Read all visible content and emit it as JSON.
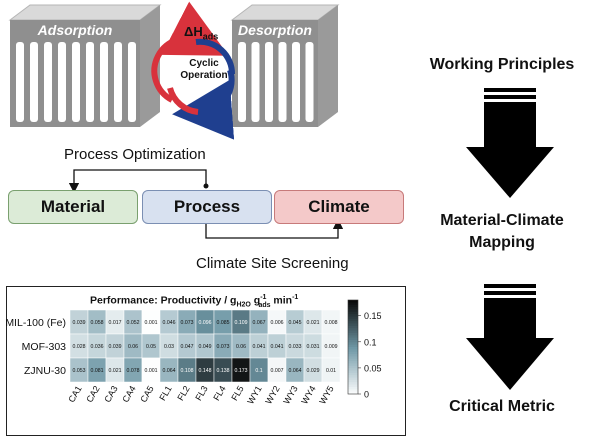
{
  "top": {
    "adsorption_label": "Adsorption",
    "desorption_label": "Desorption",
    "enthalpy_symbol": "ΔH",
    "enthalpy_sub": "ads",
    "cyclic_line1": "Cyclic",
    "cyclic_line2": "Operation"
  },
  "flow": {
    "process_optimization": "Process Optimization",
    "climate_site_screening": "Climate Site Screening",
    "boxes": [
      {
        "label": "Material",
        "fill": "#dcebd7",
        "stroke": "#7aa06f"
      },
      {
        "label": "Process",
        "fill": "#d8e1f0",
        "stroke": "#7b8fb3"
      },
      {
        "label": "Climate",
        "fill": "#f4c9c9",
        "stroke": "#c77a7a"
      }
    ]
  },
  "right_flow": {
    "steps": [
      "Working Principles",
      "Material-Climate",
      "Mapping",
      "Critical Metric"
    ]
  },
  "colors": {
    "red_arrow": "#d8323c",
    "blue_arrow": "#1f3f8f",
    "dark_arrow": "#000000",
    "heat_low": "#ffffff",
    "heat_mid": "#6f98a6",
    "heat_high": "#0a0a0a"
  },
  "chart_data": {
    "type": "heatmap",
    "title_parts": {
      "prefix": "Performance: Productivity / g",
      "h2o_sub": "H2O",
      "g": " g",
      "sup": "-1",
      "ads_sub": "ads",
      "suffix": " min",
      "suffix_sup": "-1"
    },
    "rows": [
      "MIL-100 (Fe)",
      "MOF-303",
      "ZJNU-30"
    ],
    "columns": [
      "CA1",
      "CA2",
      "CA3",
      "CA4",
      "CA5",
      "FL1",
      "FL2",
      "FL3",
      "FL4",
      "FL5",
      "WY1",
      "WY2",
      "WY3",
      "WY4",
      "WY5"
    ],
    "values": [
      [
        0.039,
        0.058,
        0.017,
        0.052,
        0.001,
        0.046,
        0.073,
        0.096,
        0.085,
        0.109,
        0.067,
        0.006,
        0.045,
        0.021,
        0.008
      ],
      [
        0.028,
        0.036,
        0.039,
        0.06,
        0.05,
        0.03,
        0.047,
        0.049,
        0.073,
        0.06,
        0.041,
        0.041,
        0.033,
        0.031,
        0.009
      ],
      [
        0.053,
        0.081,
        0.021,
        0.078,
        0.001,
        0.064,
        0.108,
        0.148,
        0.138,
        0.173,
        0.1,
        0.007,
        0.064,
        0.029,
        0.01
      ]
    ],
    "value_labels": [
      [
        "0.039",
        "0.058",
        "0.017",
        "0.052",
        "0.001",
        "0.046",
        "0.073",
        "0.096",
        "0.085",
        "0.109",
        "0.067",
        "0.006",
        "0.045",
        "0.021",
        "0.008"
      ],
      [
        "0.028",
        "0.036",
        "0.039",
        "0.06",
        "0.05",
        "0.03",
        "0.047",
        "0.049",
        "0.073",
        "0.06",
        "0.041",
        "0.041",
        "0.033",
        "0.031",
        "0.009"
      ],
      [
        "0.053",
        "0.081",
        "0.021",
        "0.078",
        "0.001",
        "0.064",
        "0.108",
        "0.148",
        "0.138",
        "0.173",
        "0.1",
        "0.007",
        "0.064",
        "0.029",
        "0.01"
      ]
    ],
    "colorbar": {
      "range": [
        0,
        0.18
      ],
      "ticks": [
        0.15,
        0.1,
        0.05,
        0
      ],
      "tick_labels": [
        "0.15",
        "0.1",
        "0.05",
        "0"
      ]
    }
  }
}
